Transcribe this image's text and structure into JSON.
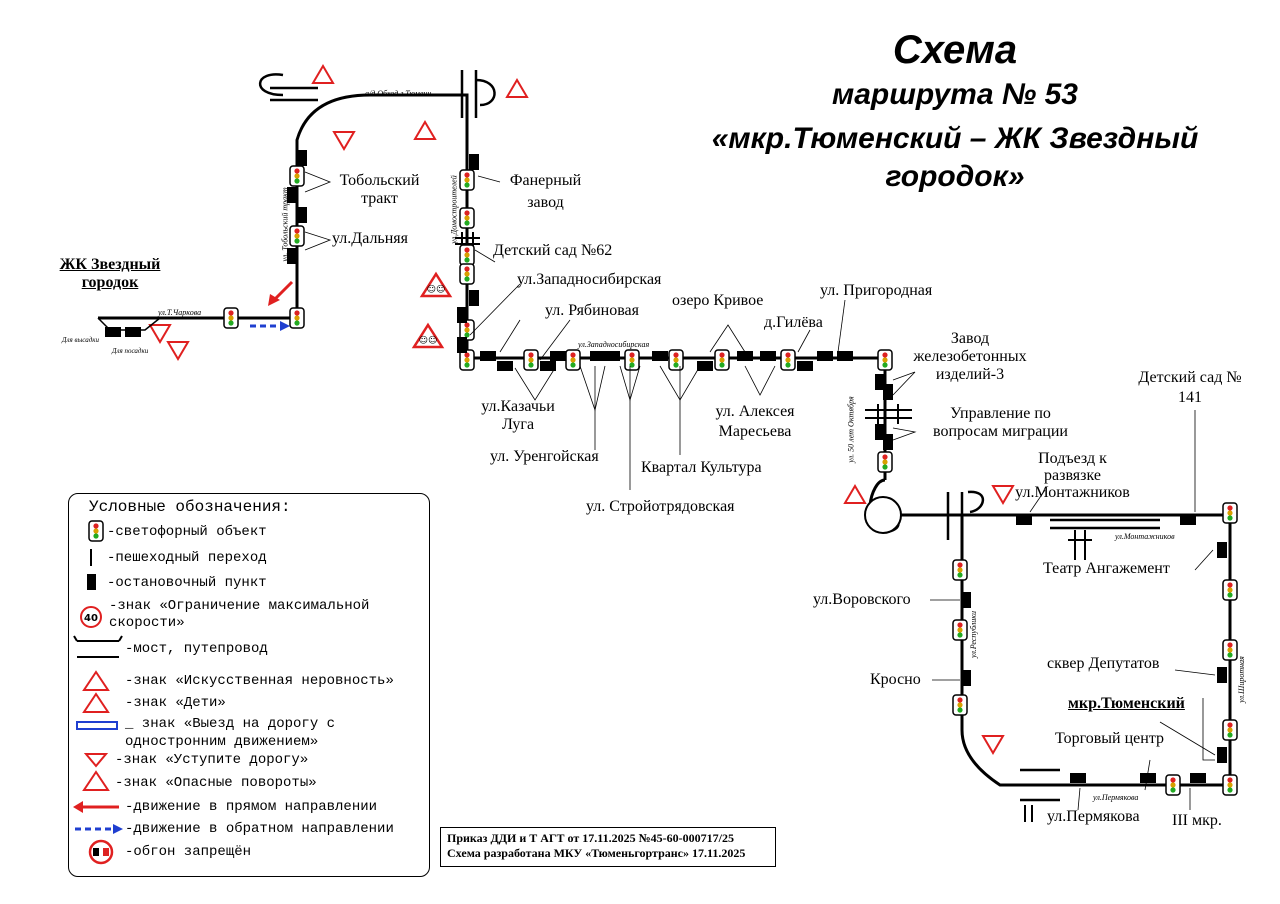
{
  "title": {
    "line1": "Схема",
    "line2": "маршрута № 53",
    "line3": "«мкр.Тюменский – ЖК Звездный городок»"
  },
  "stops": {
    "zhk": "ЖК Звездный городок",
    "tobolsky_trakt": "Тобольский тракт",
    "dalnyaya": "ул.Дальняя",
    "fanerny": "Фанерный завод",
    "detsad62": "Детский сад №62",
    "zapadnosibirskaya": "ул.Западносибирская",
    "ryabinovaya": "ул. Рябиновая",
    "ozero": "озеро Кривое",
    "gileva": "д.Гилёва",
    "prigorodnaya": "ул. Пригородная",
    "zavod_zhbi": "Завод железобетонных изделий-3",
    "kazachi": "ул.Казачьи Луга",
    "urengoyskaya": "ул. Уренгойская",
    "kvartal": "Квартал Культура",
    "stroyotryad": "ул. Стройотрядовская",
    "maresyeva": "ул. Алексея Маресьева",
    "migration": "Управление по вопросам миграции",
    "detsad141": "Детский сад № 141",
    "podezd": "Подъезд к развязке ул.Монтажников",
    "teatr": "Театр Ангажемент",
    "vorovskogo": "ул.Воровского",
    "krosno": "Кросно",
    "skver": "сквер Депутатов",
    "mkr_tyumensky": "мкр.Тюменский",
    "torgovy": "Торговый центр",
    "permyakova": "ул.Пермякова",
    "iii_mkr": "III мкр."
  },
  "streets": {
    "obkhod": "а/д Обход г.Тюмени",
    "charkova": "ул.Т.Чаркова",
    "tobolsky": "ул. Тобольский тракт",
    "domostroiteley": "ул.Домостроителей",
    "zapadnosib": "ул.Западносибирская",
    "let50": "ул. 50 лет Октября",
    "montazhnikov": "ул.Монтажников",
    "respubliki": "ул.Республики",
    "shirotnaya": "ул.Широтная",
    "permyakova": "ул.Пермякова",
    "for_exit": "Для высадки",
    "for_board": "Для посадки"
  },
  "legend": {
    "title": "Условные обозначения:",
    "items": [
      {
        "icon": "traffic-light-icon",
        "text": "-светофорный объект"
      },
      {
        "icon": "pedestrian-crossing-icon",
        "text": "-пешеходный переход"
      },
      {
        "icon": "bus-stop-icon",
        "text": "-остановочный пункт"
      },
      {
        "icon": "speed-limit-icon",
        "badge": "40",
        "text": "-знак «Ограничение максимальной скорости»"
      },
      {
        "icon": "bridge-icon",
        "text": "-мост, путепровод"
      },
      {
        "icon": "speed-bump-sign-icon",
        "text": "-знак «Искусственная неровность»"
      },
      {
        "icon": "children-sign-icon",
        "text": "-знак «Дети»"
      },
      {
        "icon": "one-way-exit-icon",
        "text": "_ знак «Выезд на дорогу с одностронним движением»"
      },
      {
        "icon": "yield-sign-icon",
        "text": "-знак «Уступите дорогу»"
      },
      {
        "icon": "dangerous-turns-icon",
        "text": "-знак «Опасные повороты»"
      },
      {
        "icon": "forward-arrow-icon",
        "text": "-движение в прямом направлении"
      },
      {
        "icon": "backward-arrow-icon",
        "text": "-движение в обратном направлении"
      },
      {
        "icon": "no-overtaking-icon",
        "text": "-обгон запрещён"
      }
    ]
  },
  "order": {
    "line1": "Приказ ДДИ и Т АГТ от 17.11.2025 №45-60-000717/25",
    "line2": "Схема разработана МКУ «Тюменьгортранс» 17.11.2025"
  },
  "colors": {
    "route": "#000000",
    "warning": "#e02020",
    "forward": "#e02020",
    "backward": "#1f3fd0"
  }
}
